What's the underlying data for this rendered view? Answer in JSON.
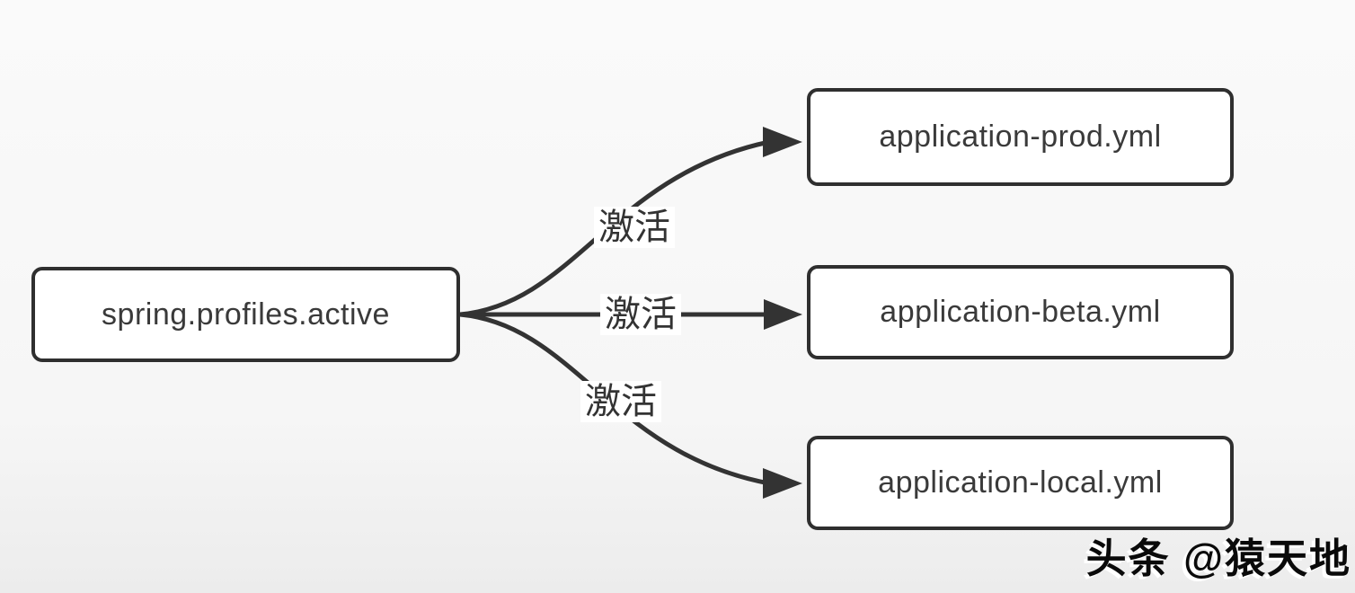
{
  "diagram": {
    "source_node": {
      "label": "spring.profiles.active"
    },
    "target_nodes": [
      {
        "id": "prod",
        "label": "application-prod.yml"
      },
      {
        "id": "beta",
        "label": "application-beta.yml"
      },
      {
        "id": "local",
        "label": "application-local.yml"
      }
    ],
    "edges": [
      {
        "from": "spring.profiles.active",
        "to": "application-prod.yml",
        "label": "激活"
      },
      {
        "from": "spring.profiles.active",
        "to": "application-beta.yml",
        "label": "激活"
      },
      {
        "from": "spring.profiles.active",
        "to": "application-local.yml",
        "label": "激活"
      }
    ],
    "colors": {
      "line": "#333333",
      "node_border": "#2f2f2f",
      "node_fill": "#ffffff",
      "text": "#3a3a3a",
      "background_top": "#fafafa",
      "background_bottom": "#ececec"
    }
  },
  "watermark": {
    "text": "头条 @猿天地"
  }
}
